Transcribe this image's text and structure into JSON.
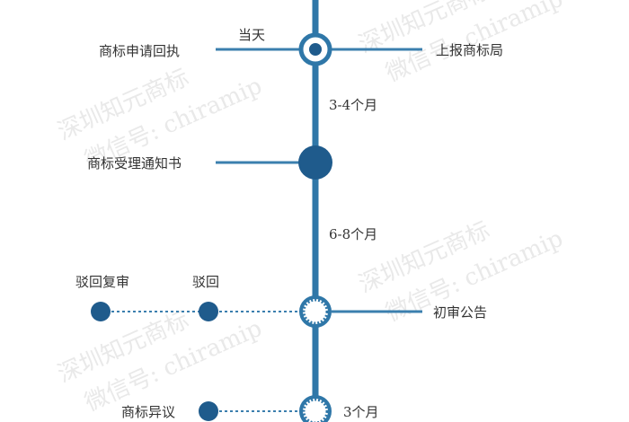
{
  "colors": {
    "main_line": "#2f77a8",
    "branch_line": "#3b7fae",
    "node_fill": "#1f5b8c",
    "ring_stroke": "#2f77a8",
    "text": "#333333",
    "watermark": "#e9e9e9"
  },
  "watermark": {
    "line1": "深圳知元商标",
    "line2": "微信号: chiramip"
  },
  "steps": {
    "apply_receipt": "商标申请回执",
    "same_day": "当天",
    "report_office": "上报商标局",
    "months_3_4": "3-4个月",
    "acceptance_notice": "商标受理通知书",
    "months_6_8": "6-8个月",
    "rejection_review": "驳回复审",
    "rejection": "驳回",
    "prelim_announcement": "初审公告",
    "opposition": "商标异议",
    "months_3": "3个月"
  }
}
